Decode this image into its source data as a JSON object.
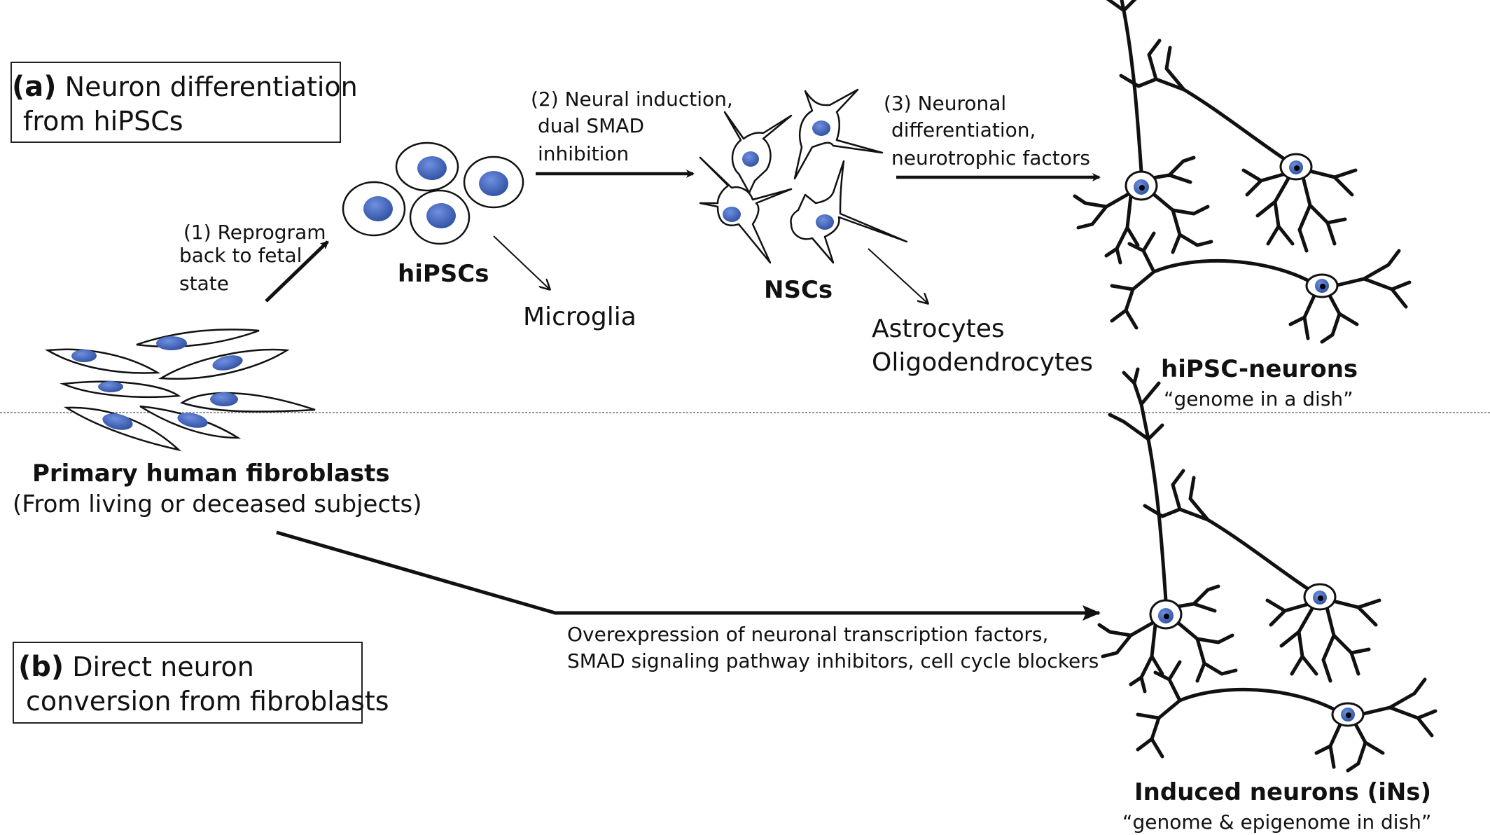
{
  "panel_a": {
    "letter": "(a)",
    "title_line1": "Neuron differentiation",
    "title_line2": "from hiPSCs",
    "step1_line1": "(1) Reprogram",
    "step1_line2": "back to fetal",
    "step1_line3": "state",
    "hipscs": "hiPSCs",
    "microglia": "Microglia",
    "step2_line1": "(2) Neural induction,",
    "step2_line2": "dual SMAD",
    "step2_line3": "inhibition",
    "nscs": "NSCs",
    "astrocytes": "Astrocytes",
    "oligodendrocytes": "Oligodendrocytes",
    "step3_line1": "(3) Neuronal",
    "step3_line2": "differentiation,",
    "step3_line3": "neurotrophic factors",
    "neurons_title": "hiPSC-neurons",
    "neurons_subtitle": "“genome in a dish”"
  },
  "fibroblasts": {
    "title": "Primary human fibroblasts",
    "subtitle": "(From living or deceased subjects)"
  },
  "panel_b": {
    "letter": "(b)",
    "title_line1": "Direct neuron",
    "title_line2": "conversion from fibroblasts",
    "arrow_line1": "Overexpression of neuronal transcription factors,",
    "arrow_line2": "SMAD signaling pathway inhibitors, cell cycle blockers",
    "neurons_title": "Induced neurons (iNs)",
    "neurons_subtitle": "“genome & epigenome in dish”"
  },
  "colors": {
    "nucleus": "#3f63b8",
    "nucleus_dark": "#1f3a80",
    "line": "#111111"
  }
}
